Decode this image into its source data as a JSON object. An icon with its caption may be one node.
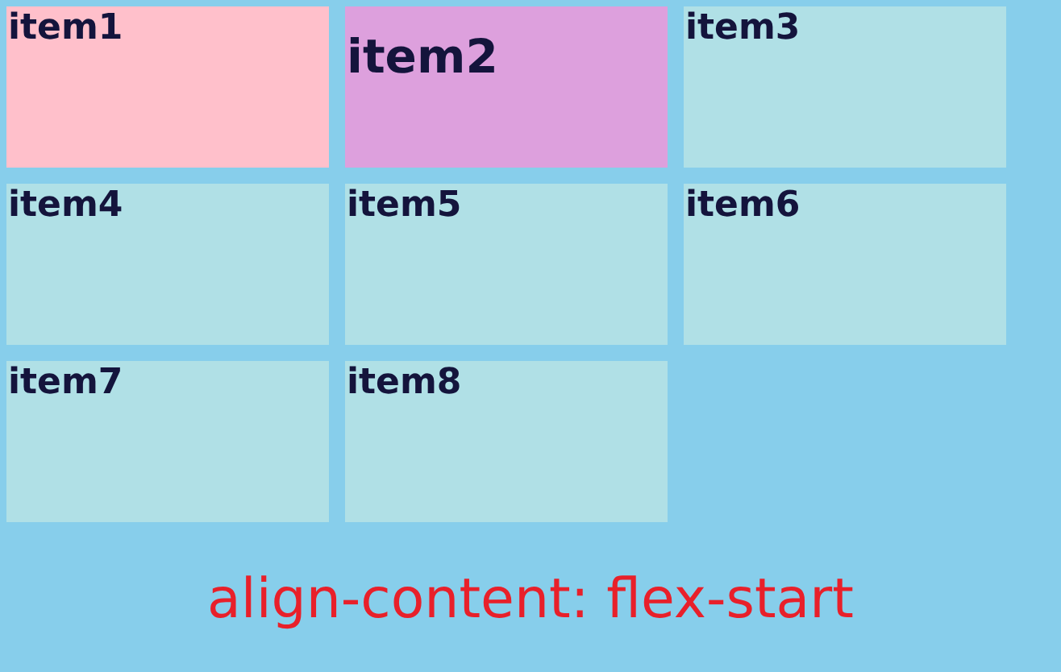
{
  "diagram": {
    "caption": "align-content: flex-start",
    "nodes": [
      {
        "text": [
          "item1"
        ]
      },
      {
        "text": [
          "item2"
        ]
      },
      {
        "text": [
          "item3"
        ]
      },
      {
        "text": [
          "item4"
        ]
      },
      {
        "text": [
          "item5"
        ]
      },
      {
        "text": [
          "item6"
        ]
      },
      {
        "text": [
          "item7"
        ]
      },
      {
        "text": [
          "item8"
        ]
      }
    ]
  }
}
